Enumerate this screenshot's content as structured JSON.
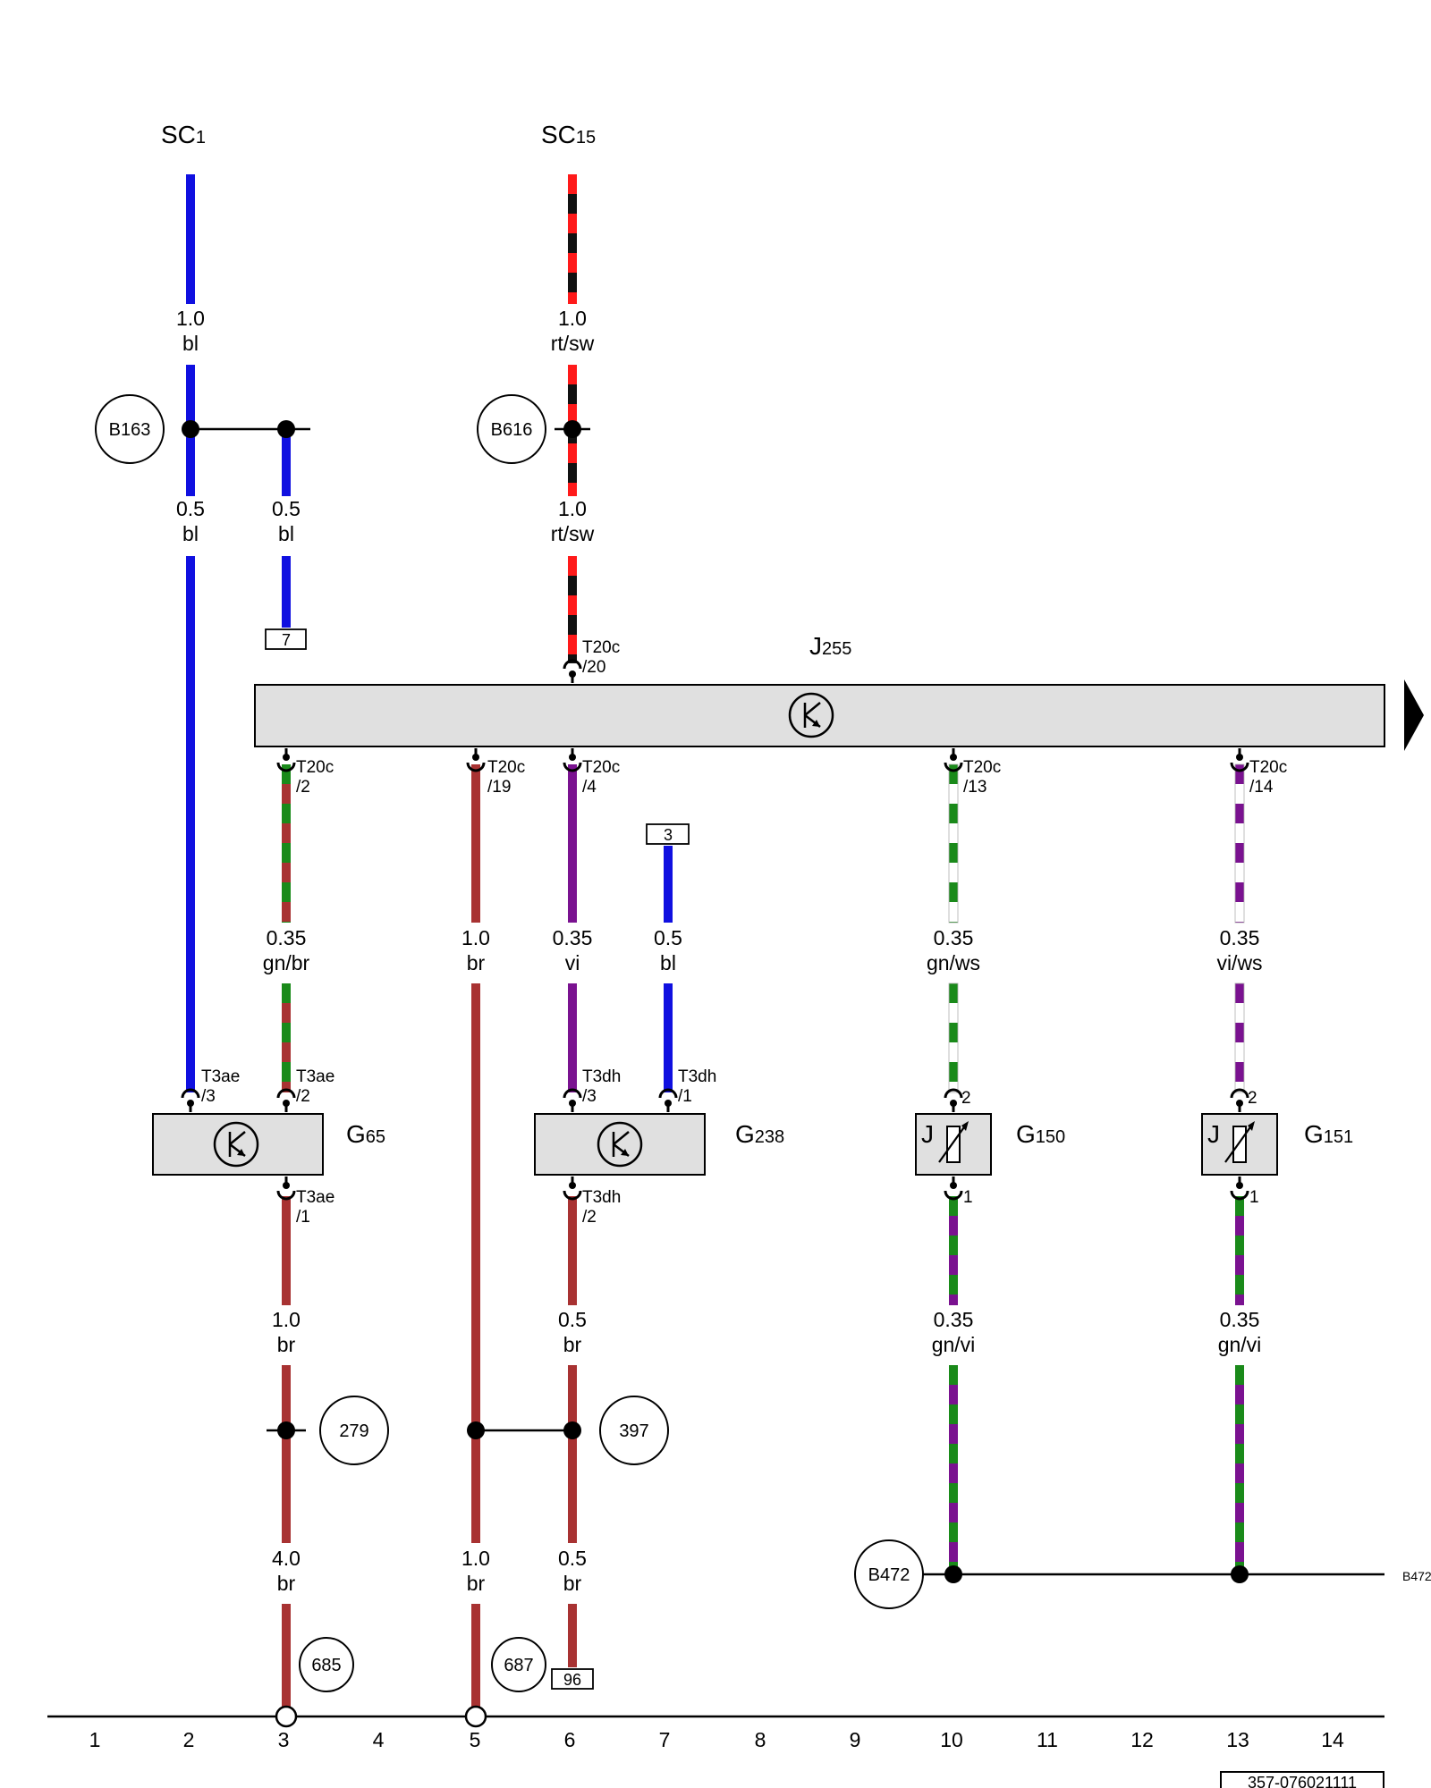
{
  "colors": {
    "bl": "#1010e0",
    "rt": "#ff1a1a",
    "sw": "#111111",
    "br": "#a83232",
    "gn": "#1a8a1a",
    "vi": "#7a1290",
    "ws": "#ffffff",
    "module_fill": "#e0e0e0",
    "line": "#000000"
  },
  "supplies": [
    {
      "id": "sc1",
      "main": "SC",
      "sub": "1"
    },
    {
      "id": "sc15",
      "main": "SC",
      "sub": "15"
    }
  ],
  "wire_labels": [
    {
      "id": "w-sc1-top",
      "gauge": "1.0",
      "color": "bl"
    },
    {
      "id": "w-sc15-top",
      "gauge": "1.0",
      "color": "rt/sw"
    },
    {
      "id": "w-col2-mid",
      "gauge": "0.5",
      "color": "bl"
    },
    {
      "id": "w-col3-mid",
      "gauge": "0.5",
      "color": "bl"
    },
    {
      "id": "w-col6-mid",
      "gauge": "1.0",
      "color": "rt/sw"
    },
    {
      "id": "w-col3-g65",
      "gauge": "0.35",
      "color": "gn/br"
    },
    {
      "id": "w-col5-long",
      "gauge": "1.0",
      "color": "br"
    },
    {
      "id": "w-col6-g238",
      "gauge": "0.35",
      "color": "vi"
    },
    {
      "id": "w-col7-g238",
      "gauge": "0.5",
      "color": "bl"
    },
    {
      "id": "w-col10-g150",
      "gauge": "0.35",
      "color": "gn/ws"
    },
    {
      "id": "w-col13-g151",
      "gauge": "0.35",
      "color": "vi/ws"
    },
    {
      "id": "w-col3-ground",
      "gauge": "1.0",
      "color": "br"
    },
    {
      "id": "w-col6-ground",
      "gauge": "0.5",
      "color": "br"
    },
    {
      "id": "w-col10-ground",
      "gauge": "0.35",
      "color": "gn/vi"
    },
    {
      "id": "w-col13-ground",
      "gauge": "0.35",
      "color": "gn/vi"
    },
    {
      "id": "w-col3-bottom",
      "gauge": "4.0",
      "color": "br"
    },
    {
      "id": "w-col5-bottom",
      "gauge": "1.0",
      "color": "br"
    },
    {
      "id": "w-col6-bottom",
      "gauge": "0.5",
      "color": "br"
    }
  ],
  "connectors": [
    {
      "id": "c-j255-20",
      "name": "T20c",
      "pin": "/20"
    },
    {
      "id": "c-j255-2",
      "name": "T20c",
      "pin": "/2"
    },
    {
      "id": "c-j255-19",
      "name": "T20c",
      "pin": "/19"
    },
    {
      "id": "c-j255-4",
      "name": "T20c",
      "pin": "/4"
    },
    {
      "id": "c-j255-13",
      "name": "T20c",
      "pin": "/13"
    },
    {
      "id": "c-j255-14",
      "name": "T20c",
      "pin": "/14"
    },
    {
      "id": "c-g65-3",
      "name": "T3ae",
      "pin": "/3"
    },
    {
      "id": "c-g65-2",
      "name": "T3ae",
      "pin": "/2"
    },
    {
      "id": "c-g65-1",
      "name": "T3ae",
      "pin": "/1"
    },
    {
      "id": "c-g238-3",
      "name": "T3dh",
      "pin": "/3"
    },
    {
      "id": "c-g238-1",
      "name": "T3dh",
      "pin": "/1"
    },
    {
      "id": "c-g238-2",
      "name": "T3dh",
      "pin": "/2"
    }
  ],
  "pins": [
    {
      "id": "p-g150-2",
      "text": "2"
    },
    {
      "id": "p-g150-1",
      "text": "1"
    },
    {
      "id": "p-g151-2",
      "text": "2"
    },
    {
      "id": "p-g151-1",
      "text": "1"
    }
  ],
  "components": [
    {
      "id": "j255",
      "main": "J",
      "sub": "255"
    },
    {
      "id": "g65",
      "main": "G",
      "sub": "65"
    },
    {
      "id": "g238",
      "main": "G",
      "sub": "238"
    },
    {
      "id": "g150",
      "main": "G",
      "sub": "150"
    },
    {
      "id": "g151",
      "main": "G",
      "sub": "151"
    }
  ],
  "sensor_letter": "J",
  "circle_refs": [
    "B163",
    "B616",
    "279",
    "397",
    "685",
    "687",
    "B472"
  ],
  "box_refs": [
    "7",
    "3",
    "96"
  ],
  "edge_ref": "B472",
  "grid_numbers": [
    "1",
    "2",
    "3",
    "4",
    "5",
    "6",
    "7",
    "8",
    "9",
    "10",
    "11",
    "12",
    "13",
    "14"
  ],
  "doc_number": "357-076021111"
}
